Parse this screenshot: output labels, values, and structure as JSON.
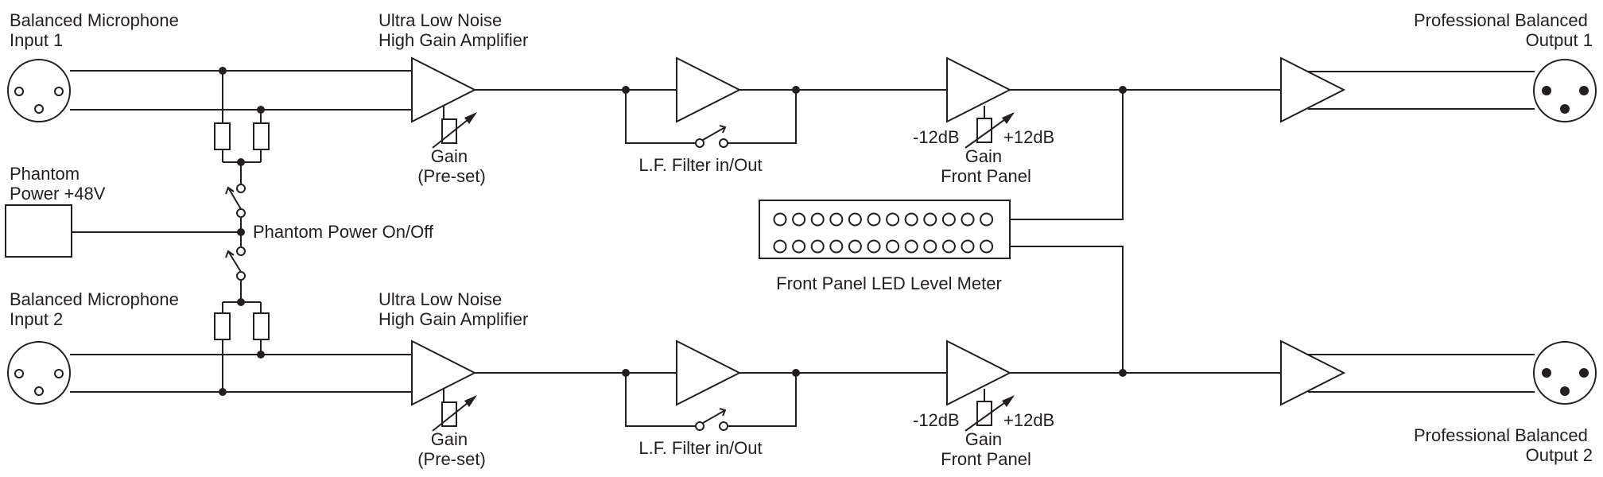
{
  "labels": {
    "mic_in_1": [
      "Balanced Microphone",
      "Input 1"
    ],
    "mic_in_2": [
      "Balanced Microphone",
      "Input 2"
    ],
    "amp_1": [
      "Ultra Low Noise",
      "High Gain Amplifier"
    ],
    "amp_2": [
      "Ultra Low Noise",
      "High Gain Amplifier"
    ],
    "preset_gain_1": [
      "Gain",
      "(Pre-set)"
    ],
    "preset_gain_2": [
      "Gain",
      "(Pre-set)"
    ],
    "filter_1": "L.F. Filter in/Out",
    "filter_2": "L.F. Filter in/Out",
    "gain_min_1": "-12dB",
    "gain_max_1": "+12dB",
    "gain_min_2": "-12dB",
    "gain_max_2": "+12dB",
    "front_gain_1": [
      "Gain",
      "Front Panel"
    ],
    "front_gain_2": [
      "Gain",
      "Front Panel"
    ],
    "phantom_power": [
      "Phantom",
      "Power +48V"
    ],
    "phantom_switch": "Phantom Power On/Off",
    "led_meter": "Front Panel LED Level Meter",
    "out_1": [
      "Professional Balanced",
      "Output 1"
    ],
    "out_2": [
      "Professional Balanced",
      "Output 2"
    ]
  },
  "led_meter": {
    "rows": 2,
    "leds_per_row": 12
  },
  "colors": {
    "line": "#231f20",
    "background": "#ffffff"
  }
}
